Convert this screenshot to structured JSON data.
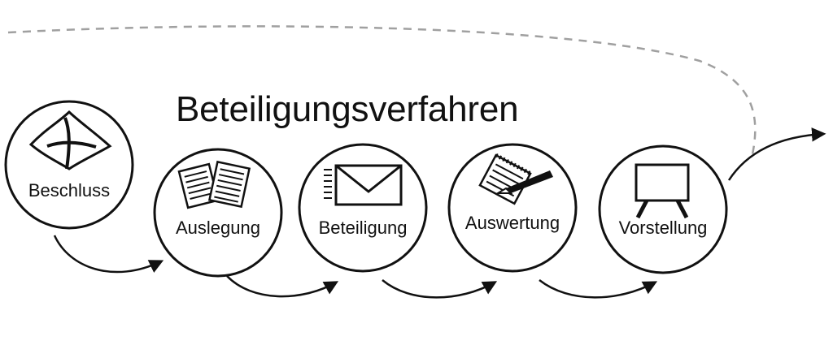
{
  "title": "Beteiligungsverfahren",
  "steps": [
    {
      "label": "Beschluss",
      "icon": "signature-cross-icon"
    },
    {
      "label": "Auslegung",
      "icon": "documents-icon"
    },
    {
      "label": "Beteiligung",
      "icon": "envelope-icon"
    },
    {
      "label": "Auswertung",
      "icon": "notepad-pen-icon"
    },
    {
      "label": "Vorstellung",
      "icon": "presentation-board-icon"
    }
  ],
  "colors": {
    "stroke": "#111111",
    "dashed_loop": "#a0a0a0",
    "background": "#ffffff"
  }
}
